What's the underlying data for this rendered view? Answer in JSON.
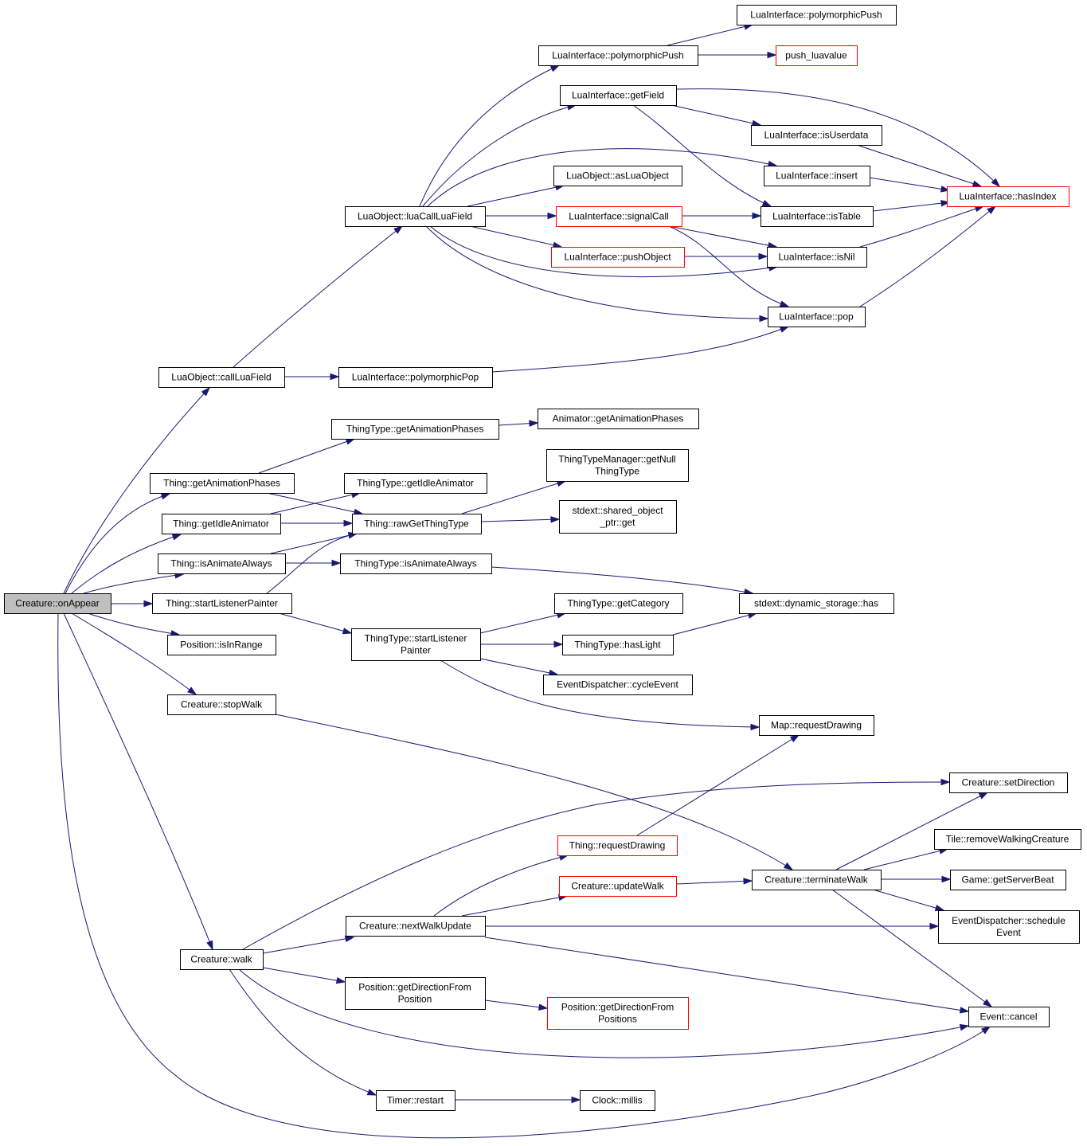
{
  "colors": {
    "edge": "#191970",
    "node_border": "#000000",
    "node_border_external": "#ff0000",
    "root_fill": "#bfbfbf"
  },
  "nodes": {
    "onAppear": [
      "Creature::onAppear"
    ],
    "callLuaField": [
      "LuaObject::callLuaField"
    ],
    "luaCallLuaField": [
      "LuaObject::luaCallLuaField"
    ],
    "polyPushTop": [
      "LuaInterface::polymorphicPush"
    ],
    "polyPush": [
      "LuaInterface::polymorphicPush"
    ],
    "pushLuavalue": [
      "push_luavalue"
    ],
    "getField": [
      "LuaInterface::getField"
    ],
    "isUserdata": [
      "LuaInterface::isUserdata"
    ],
    "insert": [
      "LuaInterface::insert"
    ],
    "hasIndex": [
      "LuaInterface::hasIndex"
    ],
    "asLuaObject": [
      "LuaObject::asLuaObject"
    ],
    "signalCall": [
      "LuaInterface::signalCall"
    ],
    "isTable": [
      "LuaInterface::isTable"
    ],
    "pushObject": [
      "LuaInterface::pushObject"
    ],
    "isNil": [
      "LuaInterface::isNil"
    ],
    "pop": [
      "LuaInterface::pop"
    ],
    "polyPop": [
      "LuaInterface::polymorphicPop"
    ],
    "ttGetAnimPhases": [
      "ThingType::getAnimationPhases"
    ],
    "animGetAnimPhases": [
      "Animator::getAnimationPhases"
    ],
    "thingGetAnimPhases": [
      "Thing::getAnimationPhases"
    ],
    "ttmGetNull": [
      "ThingTypeManager::getNull",
      "ThingType"
    ],
    "ttGetIdleAnimator": [
      "ThingType::getIdleAnimator"
    ],
    "thingGetIdleAnimator": [
      "Thing::getIdleAnimator"
    ],
    "rawGetThingType": [
      "Thing::rawGetThingType"
    ],
    "sharedObjectGet": [
      "stdext::shared_object",
      "_ptr::get"
    ],
    "thingIsAnimAlways": [
      "Thing::isAnimateAlways"
    ],
    "ttIsAnimAlways": [
      "ThingType::isAnimateAlways"
    ],
    "thingStartListener": [
      "Thing::startListenerPainter"
    ],
    "dynStorageHas": [
      "stdext::dynamic_storage::has"
    ],
    "ttGetCategory": [
      "ThingType::getCategory"
    ],
    "posIsInRange": [
      "Position::isInRange"
    ],
    "ttStartListener": [
      "ThingType::startListener",
      "Painter"
    ],
    "ttHasLight": [
      "ThingType::hasLight"
    ],
    "cycleEvent": [
      "EventDispatcher::cycleEvent"
    ],
    "stopWalk": [
      "Creature::stopWalk"
    ],
    "mapRequestDrawing": [
      "Map::requestDrawing"
    ],
    "setDirection": [
      "Creature::setDirection"
    ],
    "thingRequestDrawing": [
      "Thing::requestDrawing"
    ],
    "removeWalkingCreature": [
      "Tile::removeWalkingCreature"
    ],
    "updateWalk": [
      "Creature::updateWalk"
    ],
    "terminateWalk": [
      "Creature::terminateWalk"
    ],
    "getServerBeat": [
      "Game::getServerBeat"
    ],
    "nextWalkUpdate": [
      "Creature::nextWalkUpdate"
    ],
    "scheduleEvent": [
      "EventDispatcher::schedule",
      "Event"
    ],
    "walk": [
      "Creature::walk"
    ],
    "getDirFromPosition": [
      "Position::getDirectionFrom",
      "Position"
    ],
    "getDirFromPositions": [
      "Position::getDirectionFrom",
      "Positions"
    ],
    "eventCancel": [
      "Event::cancel"
    ],
    "timerRestart": [
      "Timer::restart"
    ],
    "clockMillis": [
      "Clock::millis"
    ]
  }
}
